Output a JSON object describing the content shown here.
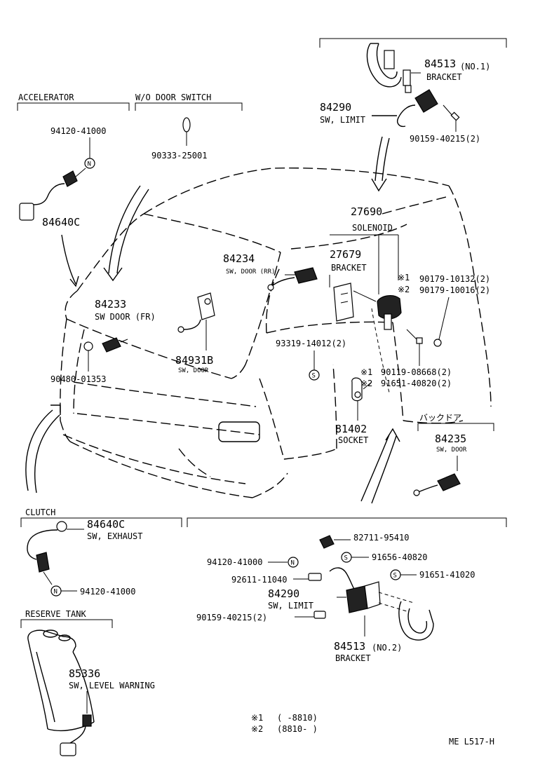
{
  "sections": {
    "accelerator": "ACCELERATOR",
    "wo_door_switch": "W/O DOOR SWITCH",
    "clutch": "CLUTCH",
    "reserve_tank": "RESERVE TANK",
    "back_door": "バックドア"
  },
  "parts": {
    "p84513_no1": {
      "num": "84513",
      "qual": "(NO.1)",
      "name": "BRACKET"
    },
    "p84290_top": {
      "num": "84290",
      "name": "SW, LIMIT"
    },
    "p90159_top": "90159-40215(2)",
    "p94120_acc": "94120-41000",
    "p90333": "90333-25001",
    "p84640c_acc": "84640C",
    "p27690": {
      "num": "27690",
      "name": "SOLENOID"
    },
    "p27679": {
      "num": "27679",
      "name": "BRACKET"
    },
    "p84234": {
      "num": "84234",
      "name": "SW, DOOR (RR)"
    },
    "p84233": {
      "num": "84233",
      "name": "SW DOOR  (FR)"
    },
    "p90179_a": "90179-10132(2)",
    "p90179_b": "90179-10016(2)",
    "p84931b": {
      "num": "84931B",
      "name": "SW, DOOR"
    },
    "p93319": "93319-14012(2)",
    "p90480": "90480-01353",
    "p90119": "90119-08668(2)",
    "p91651_top": "91651-40820(2)",
    "p81402": {
      "num": "81402",
      "name": "SOCKET"
    },
    "p84235": {
      "num": "84235",
      "name": "SW, DOOR"
    },
    "p84640c_clutch": {
      "num": "84640C",
      "name": "SW, EXHAUST"
    },
    "p94120_clutch": "94120-41000",
    "p82711": "82711-95410",
    "p91656": "91656-40820",
    "p94120_low": "94120-41000",
    "p91651_low": "91651-41020",
    "p92611": "92611-11040",
    "p84290_low": {
      "num": "84290",
      "name": "SW, LIMIT"
    },
    "p90159_low": "90159-40215(2)",
    "p84513_no2": {
      "num": "84513",
      "qual": "(NO.2)",
      "name": "BRACKET"
    },
    "p85336": {
      "num": "85336",
      "name": "SW, LEVEL WARNING"
    }
  },
  "marks": {
    "m1": "※1",
    "m2": "※2",
    "circle_n": "N",
    "circle_s": "S"
  },
  "legend": {
    "r1_mark": "※1",
    "r1_range": "(      -8810)",
    "r2_mark": "※2",
    "r2_range": "(8810-      )"
  },
  "footer": "ME L517-H"
}
